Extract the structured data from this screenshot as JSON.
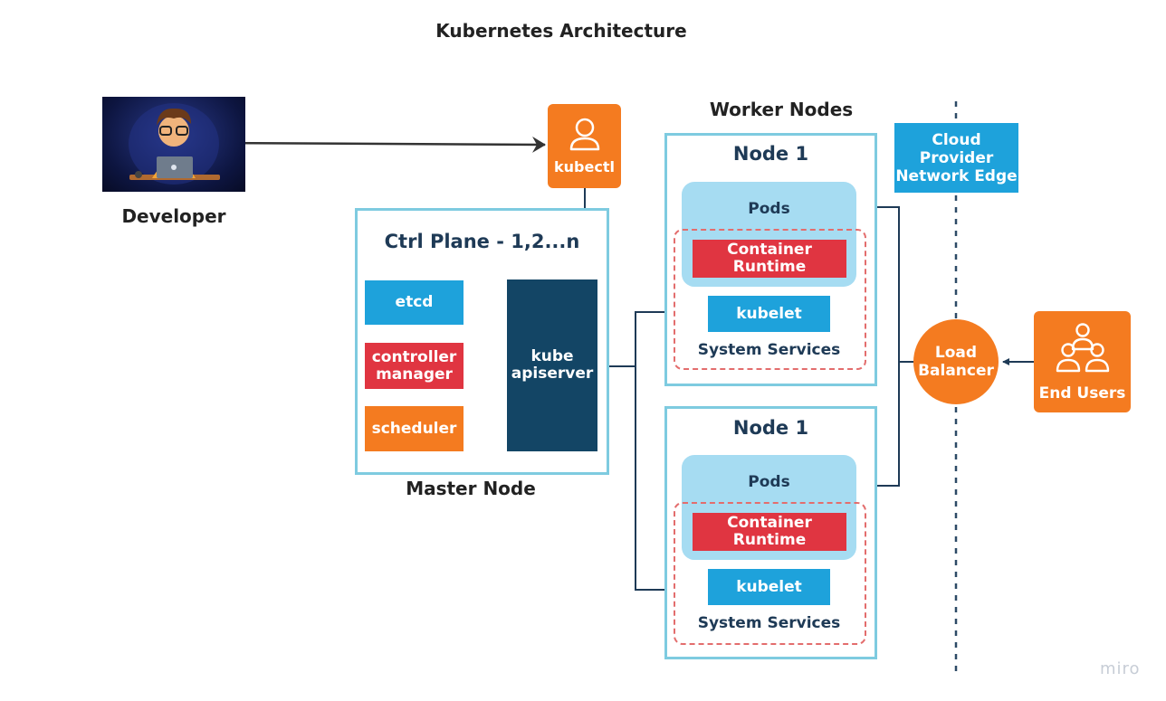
{
  "title": "Kubernetes Architecture",
  "developer": {
    "label": "Developer"
  },
  "kubectl": {
    "label": "kubectl",
    "icon": "user-icon"
  },
  "control_plane": {
    "title": "Ctrl Plane - 1,2...n",
    "caption": "Master Node",
    "components": {
      "etcd": "etcd",
      "controller_line1": "controller",
      "controller_line2": "manager",
      "scheduler": "scheduler",
      "api_line1": "kube",
      "api_line2": "apiserver"
    }
  },
  "worker_nodes": {
    "caption": "Worker Nodes",
    "nodes": [
      {
        "title": "Node 1",
        "pods": "Pods",
        "runtime": "Container Runtime",
        "kubelet": "kubelet",
        "services": "System Services"
      },
      {
        "title": "Node 1",
        "pods": "Pods",
        "runtime": "Container Runtime",
        "kubelet": "kubelet",
        "services": "System Services"
      }
    ]
  },
  "cloud_edge": {
    "line1": "Cloud",
    "line2": "Provider",
    "line3": "Network Edge"
  },
  "load_balancer": {
    "line1": "Load",
    "line2": "Balancer"
  },
  "end_users": {
    "label": "End Users",
    "icon": "users-group-icon"
  },
  "watermark": "miro",
  "colors": {
    "orange": "#f47b20",
    "blue": "#1ea2db",
    "red": "#e03541",
    "navy": "#134565",
    "panel_border": "#7ecbe0",
    "pods_bg": "#a6dcf2"
  }
}
